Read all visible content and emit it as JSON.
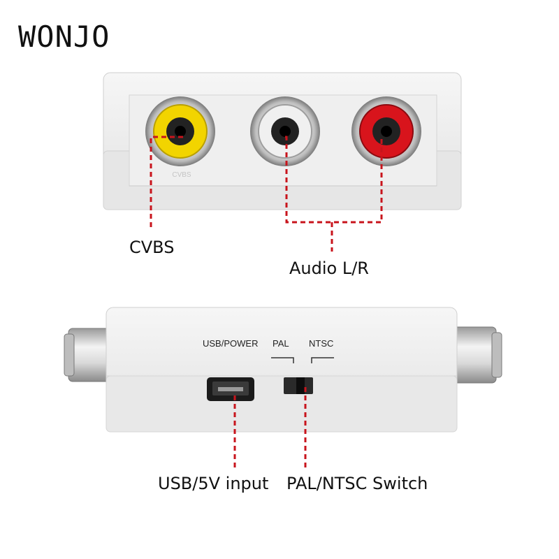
{
  "brand": {
    "name": "WONJO"
  },
  "top_view": {
    "jack_cvbs_print": "CVBS"
  },
  "bottom_view": {
    "usb_power_print": "USB/POWER",
    "pal_print": "PAL",
    "ntsc_print": "NTSC"
  },
  "callouts": {
    "cvbs": "CVBS",
    "audio": "Audio L/R",
    "usb": "USB/5V input",
    "switch": "PAL/NTSC Switch"
  },
  "colors": {
    "leader": "#c8141c",
    "body": "#ededed",
    "yellow_jack": "#f2d400",
    "red_jack": "#d8141c",
    "white_jack": "#e9e9e9"
  },
  "icons": [
    "rca-yellow-jack-icon",
    "rca-white-jack-icon",
    "rca-red-jack-icon",
    "mini-usb-port-icon",
    "slide-switch-icon",
    "rca-barrel-icon"
  ]
}
